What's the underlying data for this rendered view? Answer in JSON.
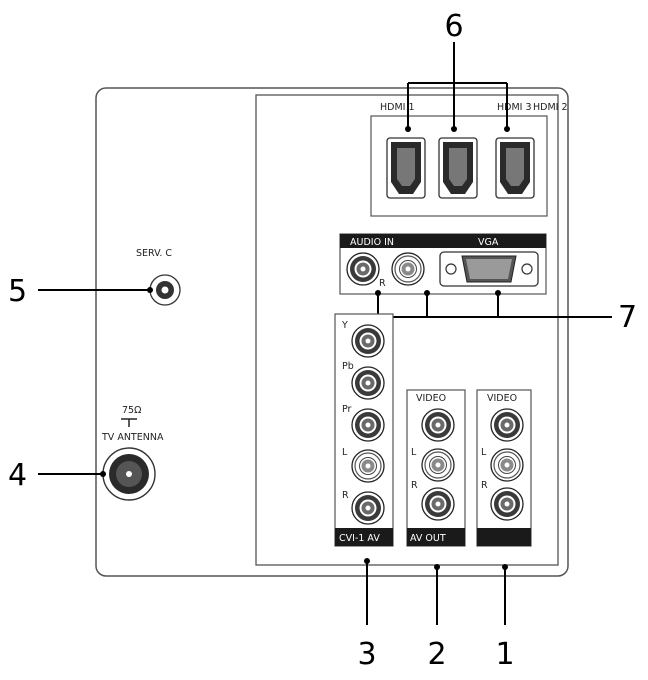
{
  "callouts": {
    "one": "1",
    "two": "2",
    "three": "3",
    "four": "4",
    "five": "5",
    "six": "6",
    "seven": "7"
  },
  "hdmi": {
    "hdmi1": "HDMI 1",
    "hdmi3": "HDMI 3",
    "hdmi2": "HDMI 2"
  },
  "audio_vga": {
    "audio_in": "AUDIO IN",
    "vga": "VGA",
    "r_mark": "R"
  },
  "serv": "SERV. C",
  "antenna": {
    "ohm": "75Ω",
    "label": "TV ANTENNA"
  },
  "cvi": {
    "y": "Y",
    "pb": "Pb",
    "pr": "Pr",
    "l": "L",
    "r": "R",
    "footer": "CVI-1 AV"
  },
  "avout": {
    "video": "VIDEO",
    "l": "L",
    "r": "R",
    "footer": "AV OUT"
  },
  "av_right": {
    "video": "VIDEO",
    "l": "L",
    "r": "R"
  }
}
